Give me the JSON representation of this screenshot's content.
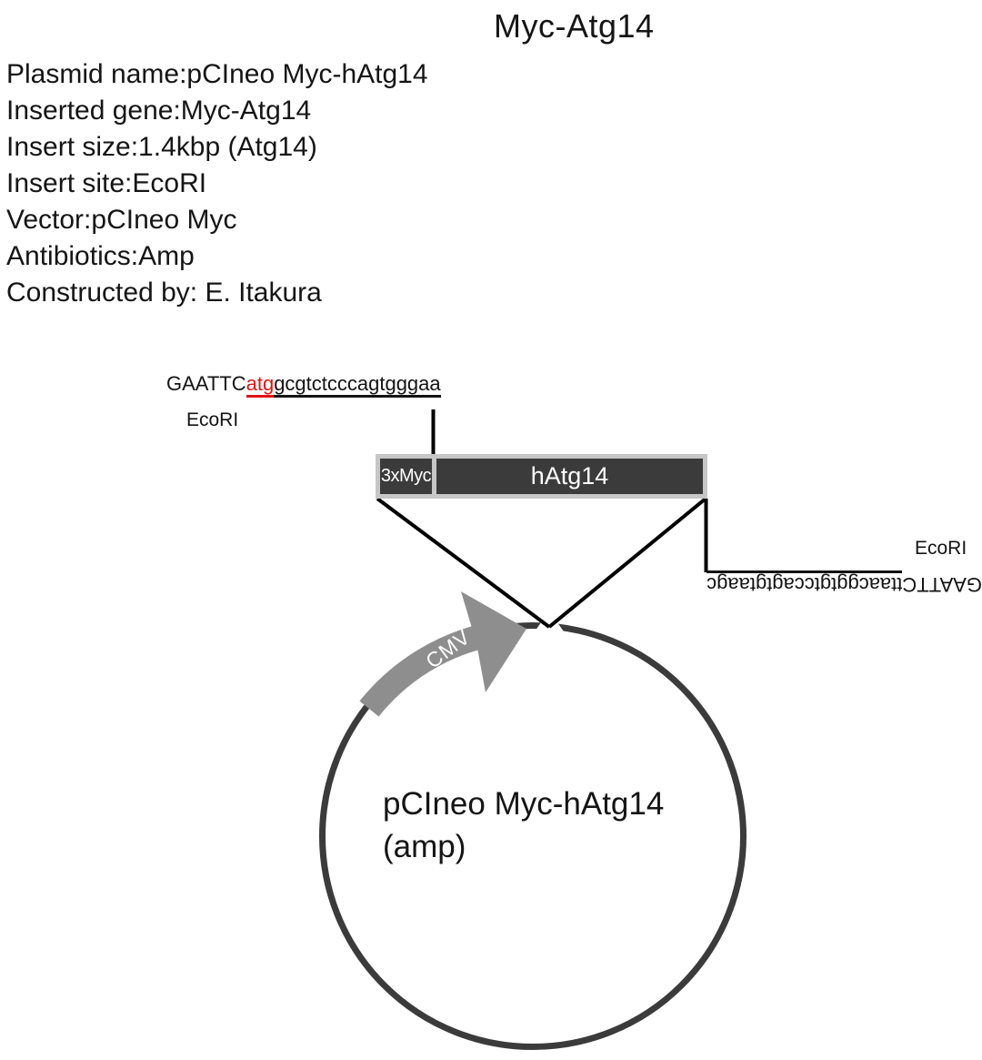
{
  "title": "Myc-Atg14",
  "info": {
    "lines": [
      "Plasmid name:pCIneo Myc-hAtg14",
      "Inserted gene:Myc-Atg14",
      "Insert size:1.4kbp (Atg14)",
      "Insert site:EcoRI",
      "Vector:pCIneo Myc",
      "Antibiotics:Amp",
      "Constructed by: E. Itakura"
    ]
  },
  "insert_5prime": {
    "ecori_site": "GAATTC",
    "start_codon": "atg",
    "rest_sequence": "gcgtctcccagtgggaa",
    "enzyme_label": "EcoRI"
  },
  "insert_3prime": {
    "ecori_site": "GAATTC",
    "rest_sequence": "ttaacggtgtccagtgtaagc",
    "enzyme_label": "EcoRI"
  },
  "cassette": {
    "tag_label": "3xMyc",
    "gene_label": "hAtg14"
  },
  "plasmid": {
    "promoter_label": "CMV",
    "name_line1": "pCIneo Myc-hAtg14",
    "name_line2": "(amp)"
  },
  "colors": {
    "accent_red": "#e11414",
    "dark_fill": "#3b3b3b",
    "frame_gray": "#c6c6c6",
    "promoter_gray": "#8e8e8e"
  }
}
